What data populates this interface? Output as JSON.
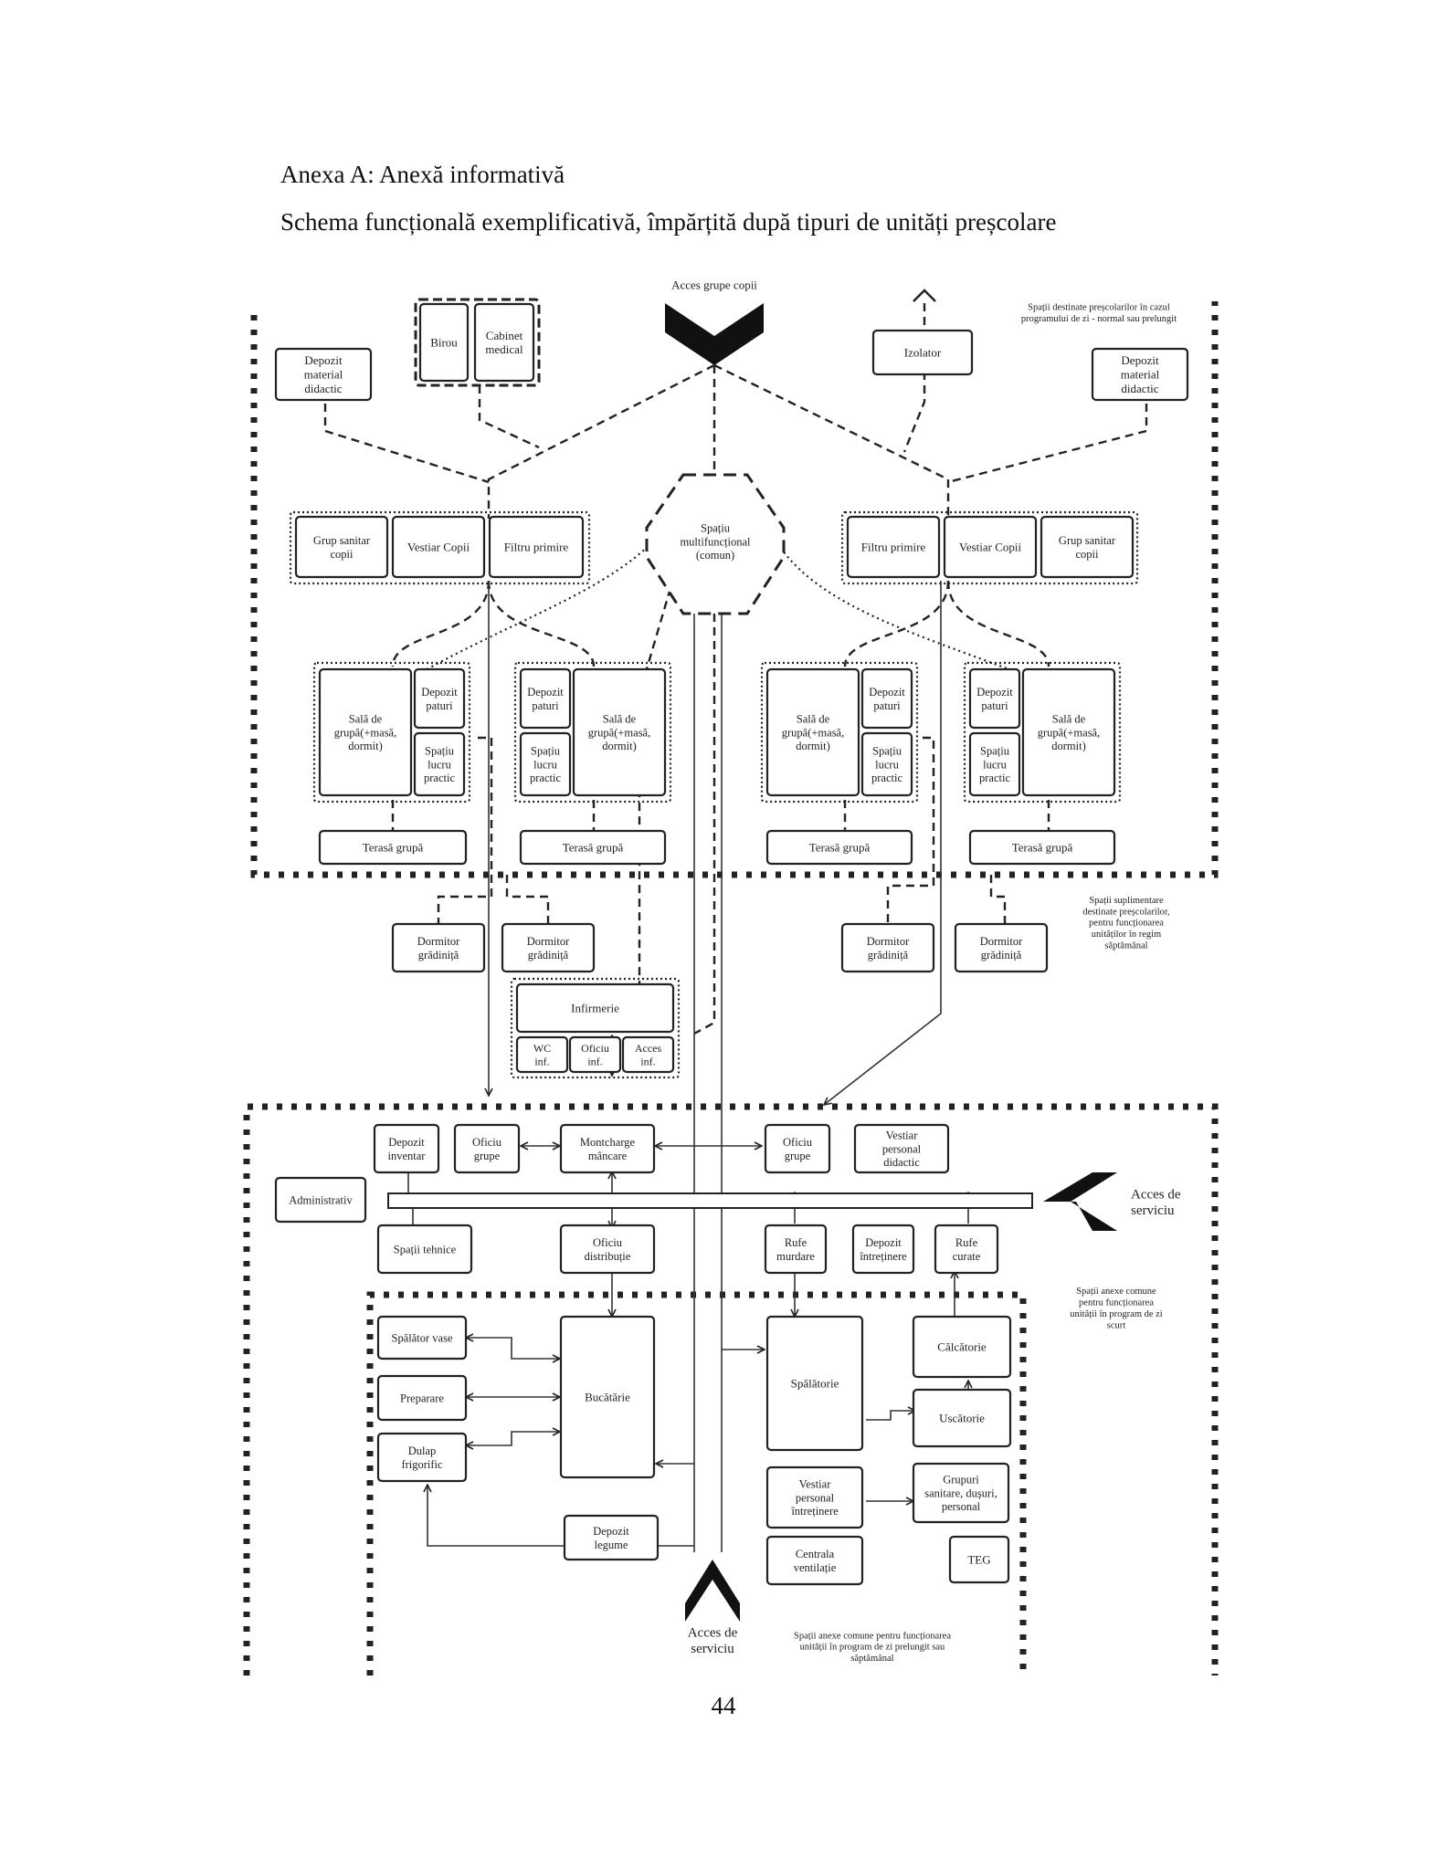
{
  "header": {
    "line1": "Anexa A: Anexă informativă",
    "line2": "Schema funcțională exemplificativă, împărțită după tipuri de unități preșcolare"
  },
  "page_number": "44",
  "diagram": {
    "zones": {
      "top": "Spații destinate preșcolarilor în cazul|programului de zi - normal sau prelungit",
      "weekly": "Spații suplimentare|destinate preșcolarilor,|pentru funcționarea|unităților în regim|săptămânal",
      "short": "Spații anexe comune|pentru funcționarea|unității în program de zi|scurt",
      "long": "Spații anexe comune pentru funcționarea|unității în program de zi prelungit sau|săptămânal"
    },
    "access": {
      "children": "Acces grupe copii",
      "service_right": "Acces de|serviciu",
      "service_bottom": "Acces de|serviciu"
    },
    "top_area": {
      "birou": "Birou",
      "cabinet": "Cabinet|medical",
      "izolator": "Izolator",
      "depozit_didactic_left": "Depozit|material|didactic",
      "depozit_didactic_right": "Depozit|material|didactic",
      "spatiu_multifunctional": "Spațiu|multifuncțional|(comun)",
      "grup_sanitar_left": "Grup sanitar|copii",
      "vestiar_left": "Vestiar Copii",
      "filtru_left": "Filtru primire",
      "filtru_right": "Filtru primire",
      "vestiar_right": "Vestiar Copii",
      "grup_sanitar_right": "Grup sanitar|copii"
    },
    "groups": [
      {
        "sala": "Sală de|grupă(+masă,|dormit)",
        "depozit": "Depozit|paturi",
        "spatiu": "Spațiu|lucru|practic",
        "terasa": "Terasă grupă"
      },
      {
        "sala": "Sală de|grupă(+masă,|dormit)",
        "depozit": "Depozit|paturi",
        "spatiu": "Spațiu|lucru|practic",
        "terasa": "Terasă grupă"
      },
      {
        "sala": "Sală de|grupă(+masă,|dormit)",
        "depozit": "Depozit|paturi",
        "spatiu": "Spațiu|lucru|practic",
        "terasa": "Terasă grupă"
      },
      {
        "sala": "Sală de|grupă(+masă,|dormit)",
        "depozit": "Depozit|paturi",
        "spatiu": "Spațiu|lucru|practic",
        "terasa": "Terasă grupă"
      }
    ],
    "dormitor": "Dormitor|grădiniță",
    "infirmerie": {
      "title": "Infirmerie",
      "wc": "WC|inf.",
      "oficiu": "Oficiu|inf.",
      "acces": "Acces|inf."
    },
    "service": {
      "depozit_inventar": "Depozit|inventar",
      "oficiu_grupe": "Oficiu|grupe",
      "montcharge": "Montcharge|mâncare",
      "vestiar_didactic": "Vestiar|personal|didactic",
      "administrativ": "Administrativ",
      "spatii_tehnice": "Spații tehnice",
      "oficiu_distributie": "Oficiu|distribuție",
      "rufe_murdare": "Rufe|murdare",
      "depozit_intretinere": "Depozit|întreținere",
      "rufe_curate": "Rufe|curate"
    },
    "kitchen": {
      "spalator": "Spălător vase",
      "preparare": "Preparare",
      "dulap": "Dulap|frigorific",
      "bucatarie": "Bucătărie",
      "depozit_legume": "Depozit|legume"
    },
    "laundry": {
      "calcatorie": "Călcătorie",
      "spalatorie": "Spălătorie",
      "uscatorie": "Uscătorie",
      "vestiar_intretinere": "Vestiar|personal|întreținere",
      "grupuri_sanitare": "Grupuri|sanitare, dușuri,|personal",
      "centrala": "Centrala|ventilație",
      "teg": "TEG"
    }
  }
}
